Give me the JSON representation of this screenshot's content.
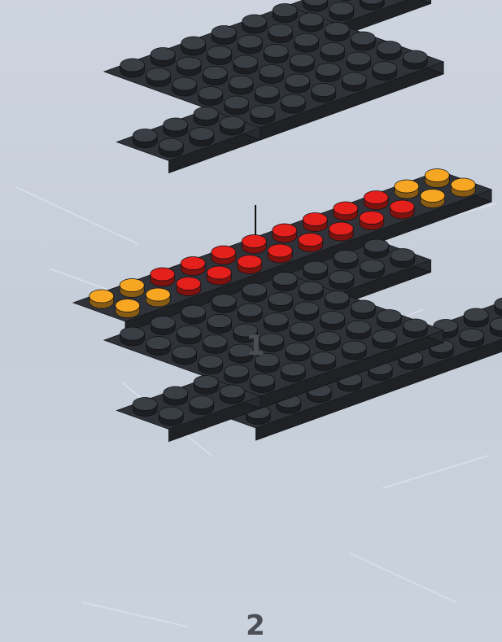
{
  "instructions": {
    "steps": [
      {
        "number": "1",
        "parts": [
          "black-plate-8x8-cross",
          "black-plate-2x12-with-colored-studs"
        ]
      },
      {
        "number": "2",
        "parts": [
          "assembled-cross-base"
        ]
      }
    ]
  },
  "colors": {
    "background": "#c9d1dd",
    "brick_black": "#2f3238",
    "stud_red": "#e3201b",
    "stud_orange": "#f6a623",
    "step_number": "#4b4f55"
  }
}
